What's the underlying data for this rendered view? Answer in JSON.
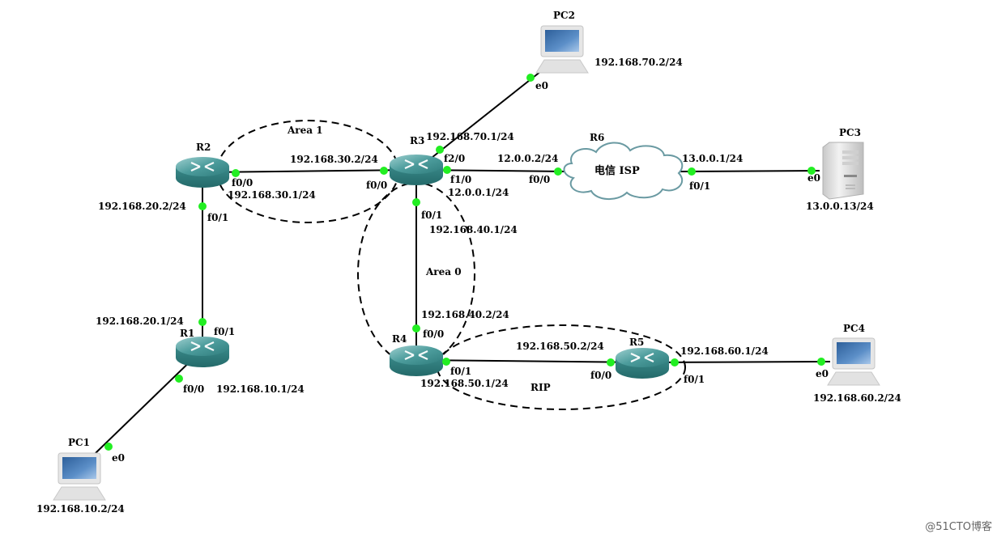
{
  "diagram": {
    "type": "network-topology",
    "colors": {
      "link": "#000000",
      "port_dot": "#22ee22",
      "router_body": "#3d8f8f",
      "cloud_outline": "#6a9aa2",
      "area_border": "#000000"
    },
    "areas": [
      {
        "id": "area1",
        "label": "Area 1"
      },
      {
        "id": "area0",
        "label": "Area 0"
      },
      {
        "id": "rip",
        "label": "RIP"
      }
    ],
    "nodes": [
      {
        "id": "R1",
        "label": "R1",
        "kind": "router"
      },
      {
        "id": "R2",
        "label": "R2",
        "kind": "router"
      },
      {
        "id": "R3",
        "label": "R3",
        "kind": "router"
      },
      {
        "id": "R4",
        "label": "R4",
        "kind": "router"
      },
      {
        "id": "R5",
        "label": "R5",
        "kind": "router"
      },
      {
        "id": "R6",
        "label": "R6",
        "kind": "cloud",
        "text": "电信  ISP"
      },
      {
        "id": "PC1",
        "label": "PC1",
        "kind": "pc",
        "ip": "192.168.10.2/24"
      },
      {
        "id": "PC2",
        "label": "PC2",
        "kind": "pc",
        "ip": "192.168.70.2/24"
      },
      {
        "id": "PC3",
        "label": "PC3",
        "kind": "server",
        "ip": "13.0.0.13/24"
      },
      {
        "id": "PC4",
        "label": "PC4",
        "kind": "pc",
        "ip": "192.168.60.2/24"
      }
    ],
    "links": [
      {
        "a": "R2",
        "a_port": "f0/0",
        "a_ip": "192.168.30.1/24",
        "b": "R3",
        "b_port": "f0/0",
        "b_ip": "192.168.30.2/24"
      },
      {
        "a": "R2",
        "a_port": "f0/1",
        "a_ip": "192.168.20.2/24",
        "b": "R1",
        "b_port": "f0/1",
        "b_ip": "192.168.20.1/24"
      },
      {
        "a": "R1",
        "a_port": "f0/0",
        "a_ip": "192.168.10.1/24",
        "b": "PC1",
        "b_port": "e0",
        "b_ip": "192.168.10.2/24"
      },
      {
        "a": "R3",
        "a_port": "f2/0",
        "a_ip": "192.168.70.1/24",
        "b": "PC2",
        "b_port": "e0",
        "b_ip": "192.168.70.2/24"
      },
      {
        "a": "R3",
        "a_port": "f1/0",
        "a_ip": "12.0.0.1/24",
        "b": "R6",
        "b_port": "f0/0",
        "b_ip": "12.0.0.2/24"
      },
      {
        "a": "R6",
        "a_port": "f0/1",
        "a_ip": "13.0.0.1/24",
        "b": "PC3",
        "b_port": "e0",
        "b_ip": "13.0.0.13/24"
      },
      {
        "a": "R3",
        "a_port": "f0/1",
        "a_ip": "192.168.40.1/24",
        "b": "R4",
        "b_port": "f0/0",
        "b_ip": "192.168.40.2/24"
      },
      {
        "a": "R4",
        "a_port": "f0/1",
        "a_ip": "192.168.50.1/24",
        "b": "R5",
        "b_port": "f0/0",
        "b_ip": "192.168.50.2/24"
      },
      {
        "a": "R5",
        "a_port": "f0/1",
        "a_ip": "192.168.60.1/24",
        "b": "PC4",
        "b_port": "e0",
        "b_ip": "192.168.60.2/24"
      }
    ]
  },
  "watermark": "@51CTO博客"
}
